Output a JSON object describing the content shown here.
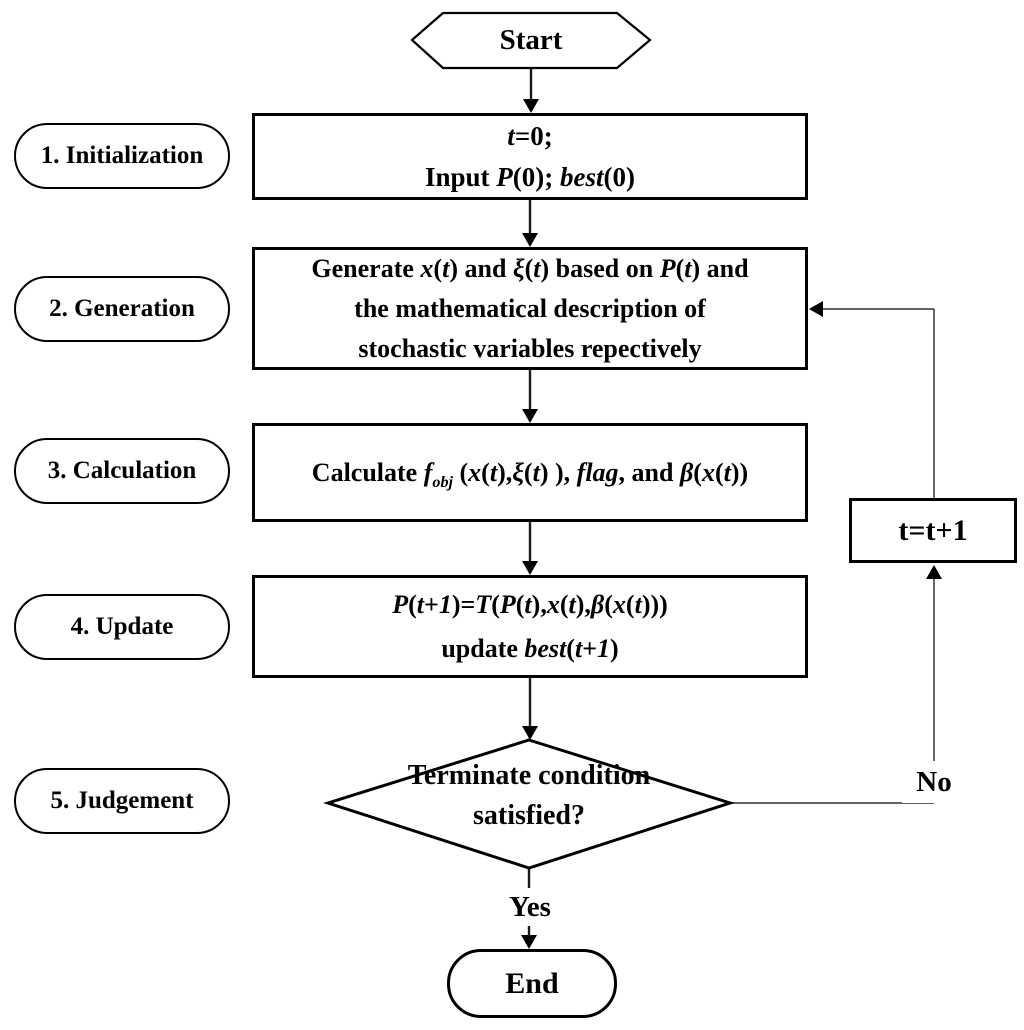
{
  "colors": {
    "background": "#ffffff",
    "shape_border": "#000000",
    "text": "#000000",
    "main_arrow": "#1a1a1a",
    "loop_line": "#4d4d4d"
  },
  "start": {
    "label": "Start"
  },
  "end": {
    "label": "End"
  },
  "side_labels": [
    {
      "label": "1. Initialization"
    },
    {
      "label": "2. Generation"
    },
    {
      "label": "3. Calculation"
    },
    {
      "label": "4. Update"
    },
    {
      "label": "5. Judgement"
    }
  ],
  "process_boxes": [
    {
      "name": "initialization",
      "lines": [
        "<i>t</i>=0;",
        "Input <i>P</i>(0); <i>best</i>(0)"
      ]
    },
    {
      "name": "generation",
      "lines": [
        "Generate <i>x</i>(<i>t</i>) and <i>ξ</i>(<i>t</i>) based on <i>P</i>(<i>t</i>) and",
        "the mathematical description of",
        "stochastic variables repectively"
      ]
    },
    {
      "name": "calculation",
      "lines": [
        "Calculate <i>f<sub>obj</sub></i> (<i>x</i>(<i>t</i>),<i>ξ</i>(<i>t</i>) ), <i>flag</i>, and <i>β</i>(<i>x</i>(<i>t</i>))"
      ]
    },
    {
      "name": "update",
      "lines": [
        "<i>P</i>(<i>t</i>+<i>1</i>)=<i>T</i>(<i>P</i>(<i>t</i>),<i>x</i>(<i>t</i>),<i>β</i>(<i>x</i>(<i>t</i>)))",
        "update <i>best</i>(<i>t</i>+<i>1</i>)"
      ]
    }
  ],
  "decision": {
    "lines": [
      "Terminate condition",
      "satisfied?"
    ]
  },
  "loop_box": {
    "label": "t=t+1"
  },
  "branches": {
    "yes": "Yes",
    "no": "No"
  }
}
